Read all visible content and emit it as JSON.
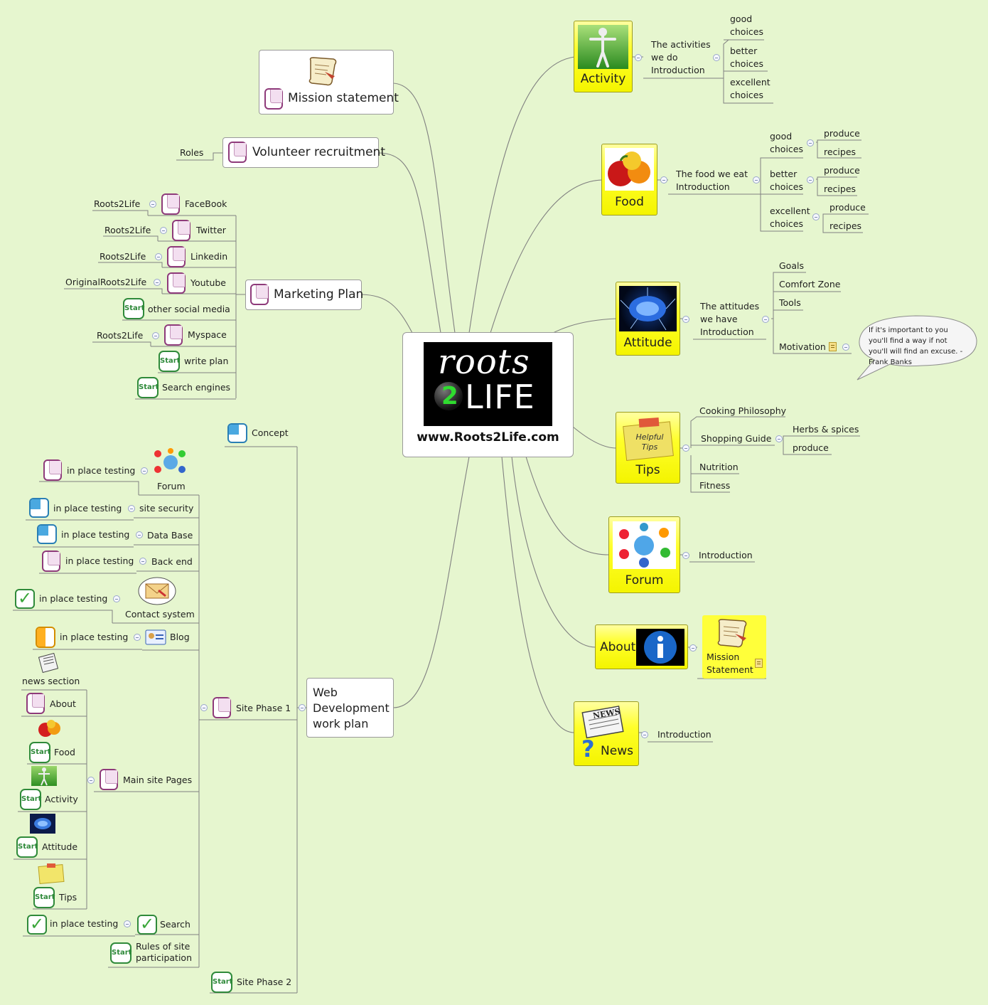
{
  "central": {
    "site": "www.Roots2Life.com",
    "logo_top": "roots",
    "logo_num": "2",
    "logo_bottom": "LIFE"
  },
  "left": {
    "mission": "Mission statement",
    "volunteer": "Volunteer recruitment",
    "roles": "Roles",
    "marketing": "Marketing Plan",
    "marketing_items": [
      {
        "label": "FaceBook",
        "account": "Roots2Life"
      },
      {
        "label": "Twitter",
        "account": "Roots2Life"
      },
      {
        "label": "Linkedin",
        "account": "Roots2Life"
      },
      {
        "label": "Youtube",
        "account": "OriginalRoots2Life"
      },
      {
        "label": "other social media"
      },
      {
        "label": "Myspace",
        "account": "Roots2Life"
      },
      {
        "label": "write plan"
      },
      {
        "label": "Search engines"
      }
    ],
    "webdev": "Web Development work plan",
    "concept": "Concept",
    "phase1": "Site Phase 1",
    "phase2": "Site Phase 2",
    "phase1_items": {
      "forum": "Forum",
      "site_security": "site security",
      "data_base": "Data Base",
      "back_end": "Back end",
      "contact": "Contact system",
      "blog": "Blog",
      "search": "Search",
      "rules": "Rules of site participation",
      "testing": "in place testing",
      "main_pages": "Main site Pages",
      "news_section": "news section",
      "about": "About",
      "food": "Food",
      "activity": "Activity",
      "attitude": "Attitude",
      "tips": "Tips"
    }
  },
  "right": {
    "activity": {
      "title": "Activity",
      "sub": "The activities we do Introduction",
      "children": [
        "good choices",
        "better choices",
        "excellent choices"
      ]
    },
    "food": {
      "title": "Food",
      "sub": "The food we eat Introduction",
      "children": [
        {
          "label": "good choices"
        },
        {
          "label": "better choices"
        },
        {
          "label": "excellent choices"
        }
      ],
      "leaf_produce": "produce",
      "leaf_recipes": "recipes"
    },
    "attitude": {
      "title": "Attitude",
      "sub": "The attitudes we have Introduction",
      "children": [
        "Goals",
        "Comfort Zone",
        "Tools",
        "Motivation"
      ],
      "quote": "If it's important to you you'll find a way if not you'll will find an excuse. - Frank Banks"
    },
    "tips": {
      "title": "Tips",
      "image_text": "Helpful Tips",
      "children": [
        "Cooking Philosophy",
        "Shopping Guide",
        "Nutrition",
        "Fitness"
      ],
      "shopping_children": [
        "Herbs & spices",
        "produce"
      ]
    },
    "forum": {
      "title": "Forum",
      "child": "Introduction"
    },
    "about": {
      "title": "About",
      "child": "Mission Statement"
    },
    "news": {
      "title": "News",
      "child": "Introduction",
      "paper_text": "NEWS"
    }
  }
}
